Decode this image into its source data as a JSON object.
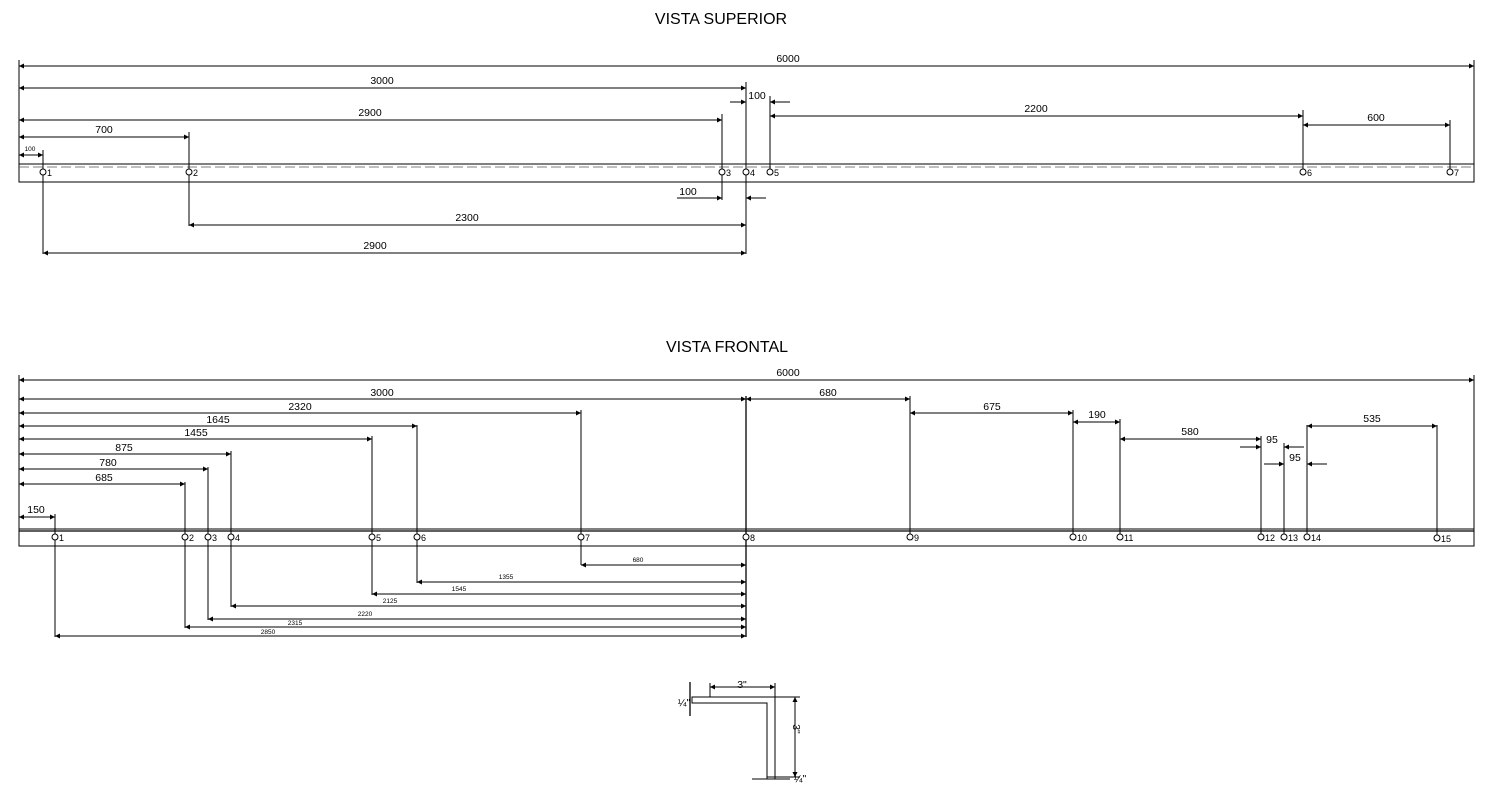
{
  "colors": {
    "line": "#000000",
    "background": "#ffffff"
  },
  "top_view": {
    "title": "VISTA SUPERIOR",
    "overall": "6000",
    "dims_above": [
      "3000",
      "100",
      "2900",
      "2200",
      "700",
      "600",
      "100"
    ],
    "dims_below": [
      "100",
      "2300",
      "2900"
    ],
    "hole_labels": [
      "1",
      "2",
      "3",
      "4",
      "5",
      "6",
      "7"
    ]
  },
  "front_view": {
    "title": "VISTA FRONTAL",
    "overall": "6000",
    "dims_left": [
      "3000",
      "2320",
      "1645",
      "1455",
      "875",
      "780",
      "685",
      "150"
    ],
    "dims_right": [
      "680",
      "675",
      "190",
      "580",
      "95",
      "95",
      "535"
    ],
    "dims_below": [
      "680",
      "1355",
      "1545",
      "2125",
      "2220",
      "2315",
      "2850"
    ],
    "hole_labels": [
      "1",
      "2",
      "3",
      "4",
      "5",
      "6",
      "7",
      "8",
      "9",
      "10",
      "11",
      "12",
      "13",
      "14",
      "15"
    ]
  },
  "section": {
    "leg_width": "3\"",
    "leg_height": "3\"",
    "thickness_top": "¼\"",
    "thickness_bottom": "¼\""
  }
}
